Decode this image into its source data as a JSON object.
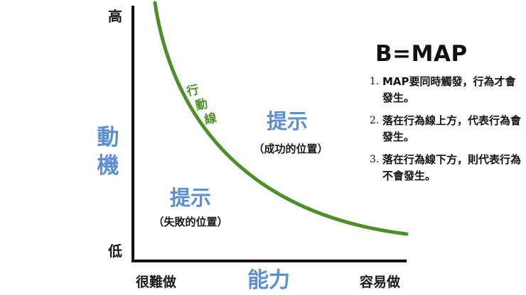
{
  "axes": {
    "y_title": "動機",
    "y_high": "高",
    "y_low": "低",
    "x_title": "能力",
    "x_left": "很難做",
    "x_right": "容易做"
  },
  "curve": {
    "label_line1": "行",
    "label_line2": "動",
    "label_line3": "線",
    "color": "#4e8f2a"
  },
  "regions": {
    "above_title": "提示",
    "above_note": "（成功的位置）",
    "below_title": "提示",
    "below_note": "（失敗的位置）"
  },
  "formula": "B=MAP",
  "rules": [
    {
      "num": "1.",
      "text": "MAP要同時觸發，行為才會發生。"
    },
    {
      "num": "2.",
      "text": "落在行為線上方，代表行為會發生。"
    },
    {
      "num": "3.",
      "text": "落在行為線下方，則代表行為不會發生。"
    }
  ],
  "colors": {
    "accent_blue": "#5b8fd1",
    "axis": "#111111"
  }
}
